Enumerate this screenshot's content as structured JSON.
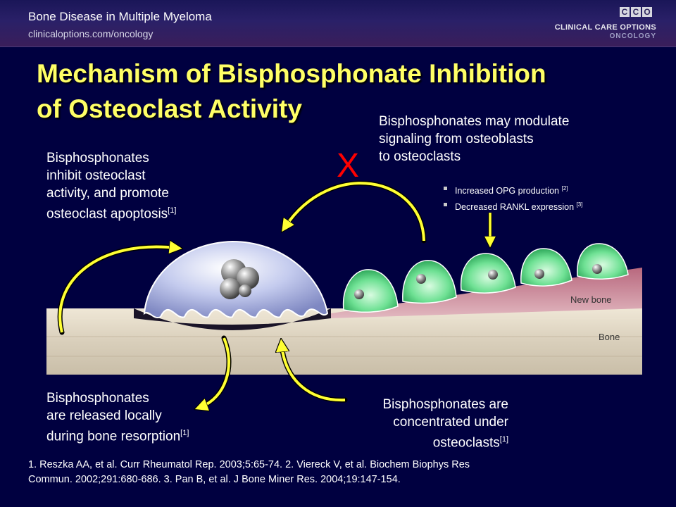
{
  "header": {
    "title": "Bone Disease in Multiple Myeloma",
    "url": "clinicaloptions.com/oncology",
    "logo_letters": [
      "C",
      "C",
      "O"
    ],
    "logo_line1": "CLINICAL CARE OPTIONS",
    "logo_line2": "ONCOLOGY"
  },
  "slide": {
    "title_line1": "Mechanism of Bisphosphonate Inhibition",
    "title_line2": "of Osteoclast Activity"
  },
  "labels": {
    "top_right": [
      "Bisphosphonates may modulate",
      "signaling from osteoblasts",
      "to osteoclasts"
    ],
    "top_left": [
      "Bisphosphonates",
      "inhibit osteoclast",
      "activity, and promote",
      "osteoclast apoptosis"
    ],
    "top_left_ref": "[1]",
    "bottom_left": [
      "Bisphosphonates",
      "are released locally",
      "during bone resorption"
    ],
    "bottom_left_ref": "[1]",
    "bottom_right": [
      "Bisphosphonates are",
      "concentrated under",
      "osteoclasts"
    ],
    "bottom_right_ref": "[1]",
    "block_marker": "X"
  },
  "bullets": [
    {
      "text": "Increased OPG production",
      "ref": "[2]"
    },
    {
      "text": "Decreased RANKL expression",
      "ref": "[3]"
    }
  ],
  "bone_labels": {
    "new_bone": "New bone",
    "bone": "Bone"
  },
  "references": [
    "1. Reszka AA, et al. Curr Rheumatol Rep. 2003;5:65-74. 2. Viereck V, et al. Biochem Biophys Res",
    "Commun. 2002;291:680-686. 3. Pan B, et al. J Bone Miner Res. 2004;19:147-154."
  ],
  "colors": {
    "background": "#000040",
    "title": "#ffff66",
    "arrow": "#ffff33",
    "osteoclast": "#b8c0e8",
    "osteoblast": "#5de08a",
    "new_bone": "#c97a8e",
    "bone": "#ddd3c0",
    "x_mark": "#ff0000"
  }
}
